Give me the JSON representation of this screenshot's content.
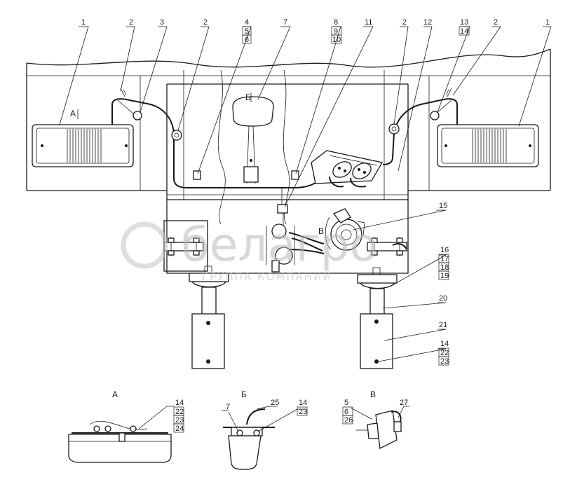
{
  "watermark": {
    "brand": "белагро",
    "tagline": "ГРУППА КОМПАНИЙ"
  },
  "view_labels": {
    "A": "А",
    "B": "Б",
    "V": "В"
  },
  "callouts": {
    "c1": "1",
    "c2": "2",
    "c3": "3",
    "c4": "4",
    "c5": "5",
    "c6": "6",
    "c7": "7",
    "c8": "8",
    "c9": "9",
    "c10": "10",
    "c11": "11",
    "c12": "12",
    "c13": "13",
    "c14": "14",
    "c15": "15",
    "c16": "16",
    "c17": "17",
    "c18": "18",
    "c19": "19",
    "c20": "20",
    "c21": "21",
    "c22": "22",
    "c23": "23",
    "c24": "24",
    "c25": "25",
    "c26": "26",
    "c27": "27"
  }
}
